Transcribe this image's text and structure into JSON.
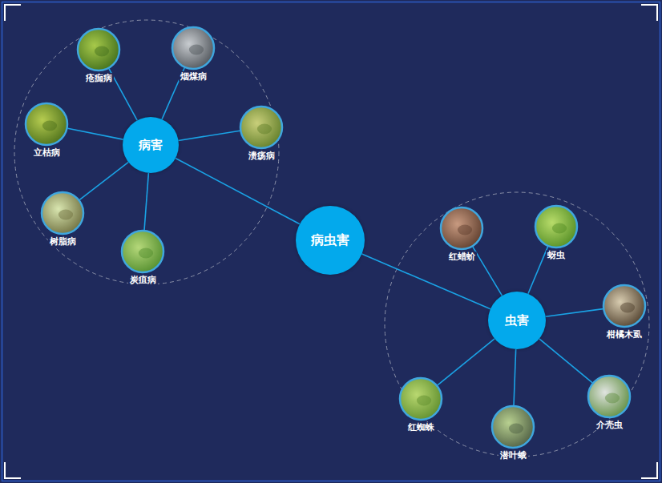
{
  "diagram": {
    "nodes": [
      {
        "text": [
          "病虫害"
        ]
      },
      {
        "text": [
          "病害"
        ]
      },
      {
        "text": [
          "疮痂病"
        ]
      },
      {
        "text": [
          "烟煤病"
        ]
      },
      {
        "text": [
          "溃疡病"
        ]
      },
      {
        "text": [
          "炭疽病"
        ]
      },
      {
        "text": [
          "树脂病"
        ]
      },
      {
        "text": [
          "立枯病"
        ]
      },
      {
        "text": [
          "虫害"
        ]
      },
      {
        "text": [
          "红蜡蚧"
        ]
      },
      {
        "text": [
          "蚜虫"
        ]
      },
      {
        "text": [
          "柑橘木虱"
        ]
      },
      {
        "text": [
          "介壳虫"
        ]
      },
      {
        "text": [
          "潜叶蛾"
        ]
      },
      {
        "text": [
          "红蜘蛛"
        ]
      }
    ],
    "edges": [
      {
        "from": 0,
        "to": 1,
        "arrow": "none"
      },
      {
        "from": 0,
        "to": 8,
        "arrow": "none"
      },
      {
        "from": 1,
        "to": 2,
        "arrow": "none"
      },
      {
        "from": 1,
        "to": 3,
        "arrow": "none"
      },
      {
        "from": 1,
        "to": 4,
        "arrow": "none"
      },
      {
        "from": 1,
        "to": 5,
        "arrow": "none"
      },
      {
        "from": 1,
        "to": 6,
        "arrow": "none"
      },
      {
        "from": 1,
        "to": 7,
        "arrow": "none"
      },
      {
        "from": 8,
        "to": 9,
        "arrow": "none"
      },
      {
        "from": 8,
        "to": 10,
        "arrow": "none"
      },
      {
        "from": 8,
        "to": 11,
        "arrow": "none"
      },
      {
        "from": 8,
        "to": 12,
        "arrow": "none"
      },
      {
        "from": 8,
        "to": 13,
        "arrow": "none"
      },
      {
        "from": 8,
        "to": 14,
        "arrow": "none"
      }
    ]
  }
}
